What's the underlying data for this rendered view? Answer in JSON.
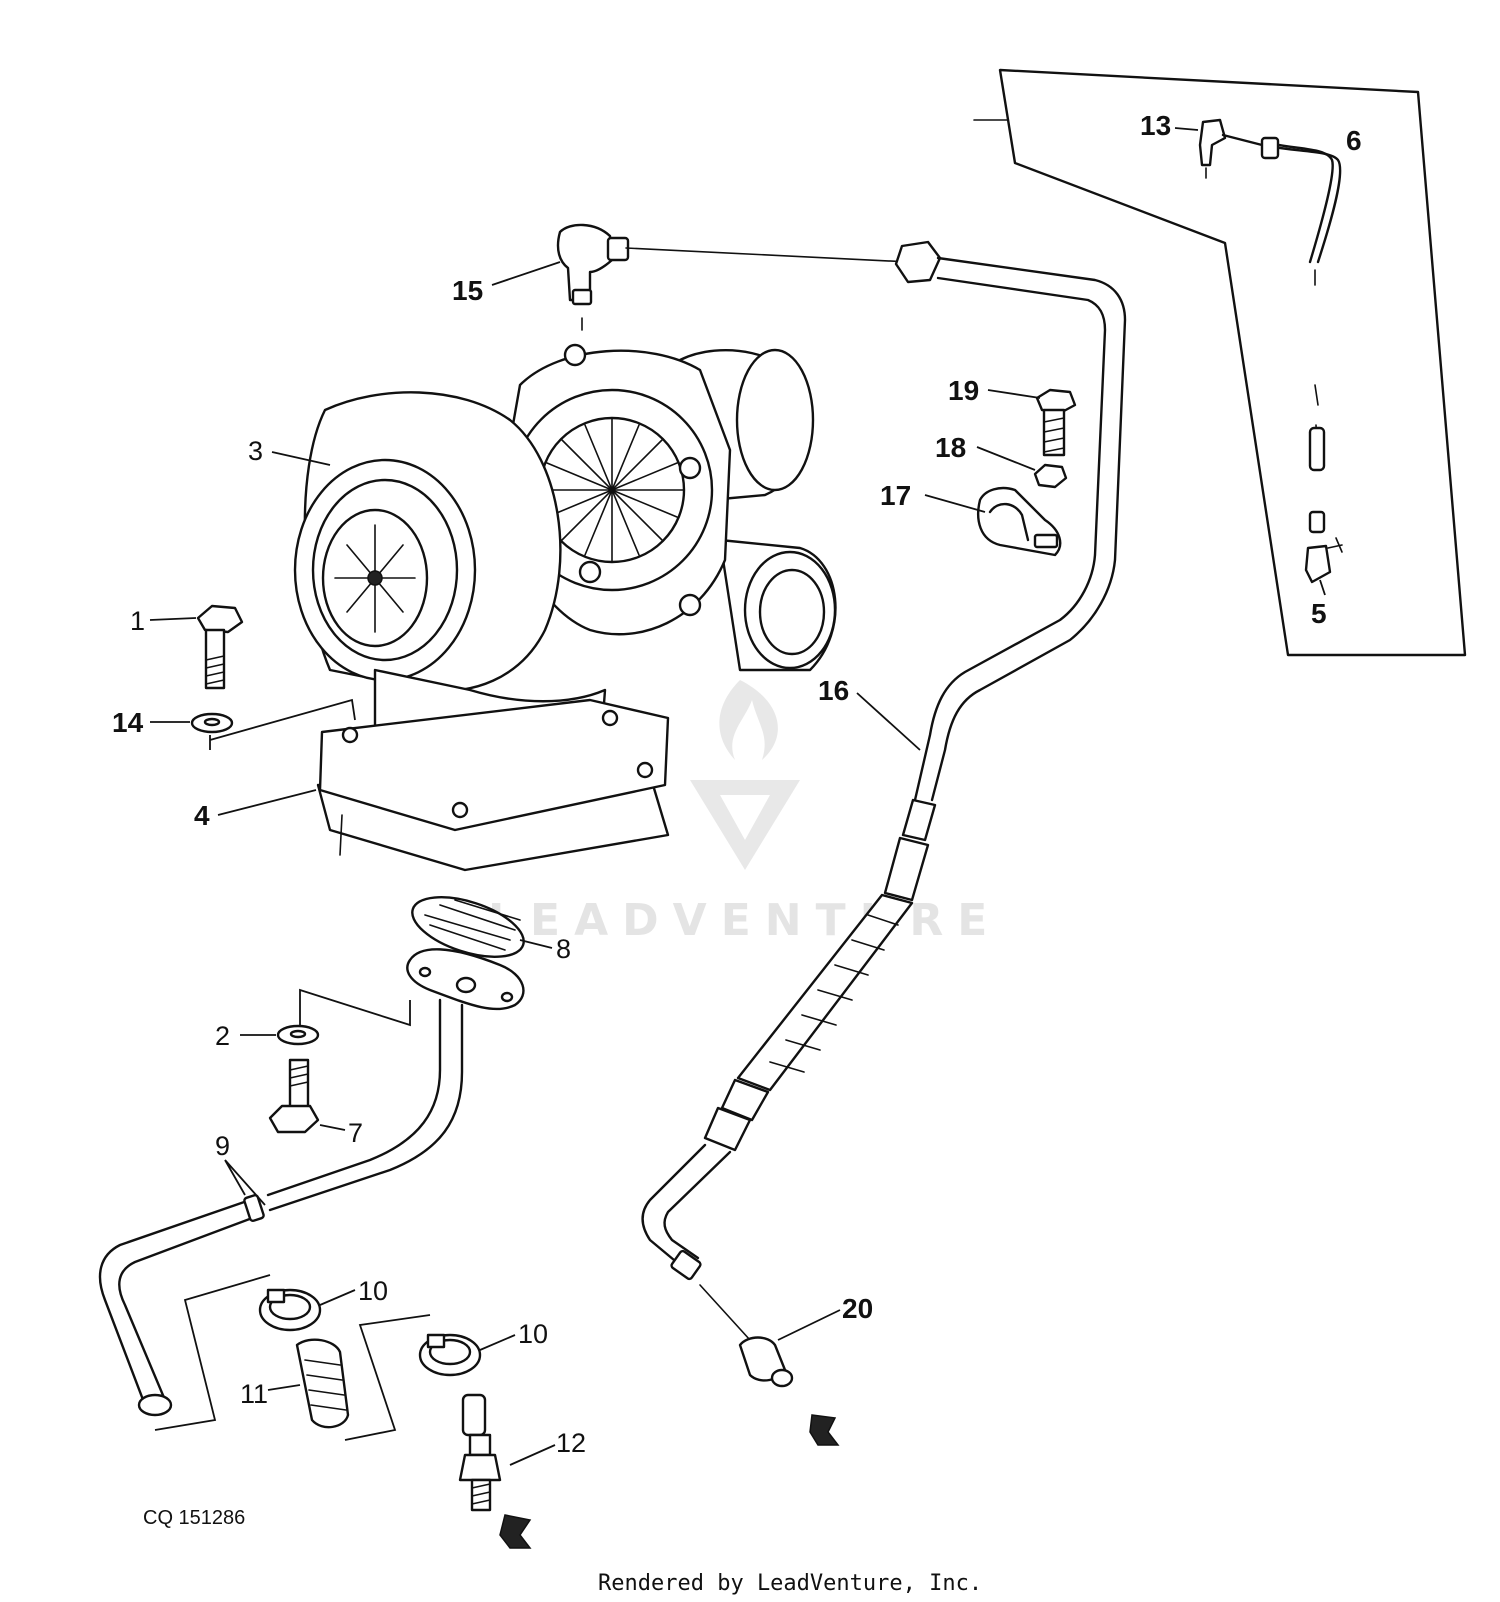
{
  "diagram": {
    "callouts": {
      "c1": "1",
      "c2": "2",
      "c3": "3",
      "c4": "4",
      "c5": "5",
      "c6": "6",
      "c7": "7",
      "c8": "8",
      "c9": "9",
      "c10a": "10",
      "c10b": "10",
      "c11": "11",
      "c12": "12",
      "c13": "13",
      "c14": "14",
      "c15": "15",
      "c16": "16",
      "c17": "17",
      "c18": "18",
      "c19": "19",
      "c20": "20"
    },
    "figure_id": "CQ 151286"
  },
  "watermark": {
    "text": "LEADVENTURE"
  },
  "footer": {
    "text": "Rendered by LeadVenture, Inc."
  }
}
